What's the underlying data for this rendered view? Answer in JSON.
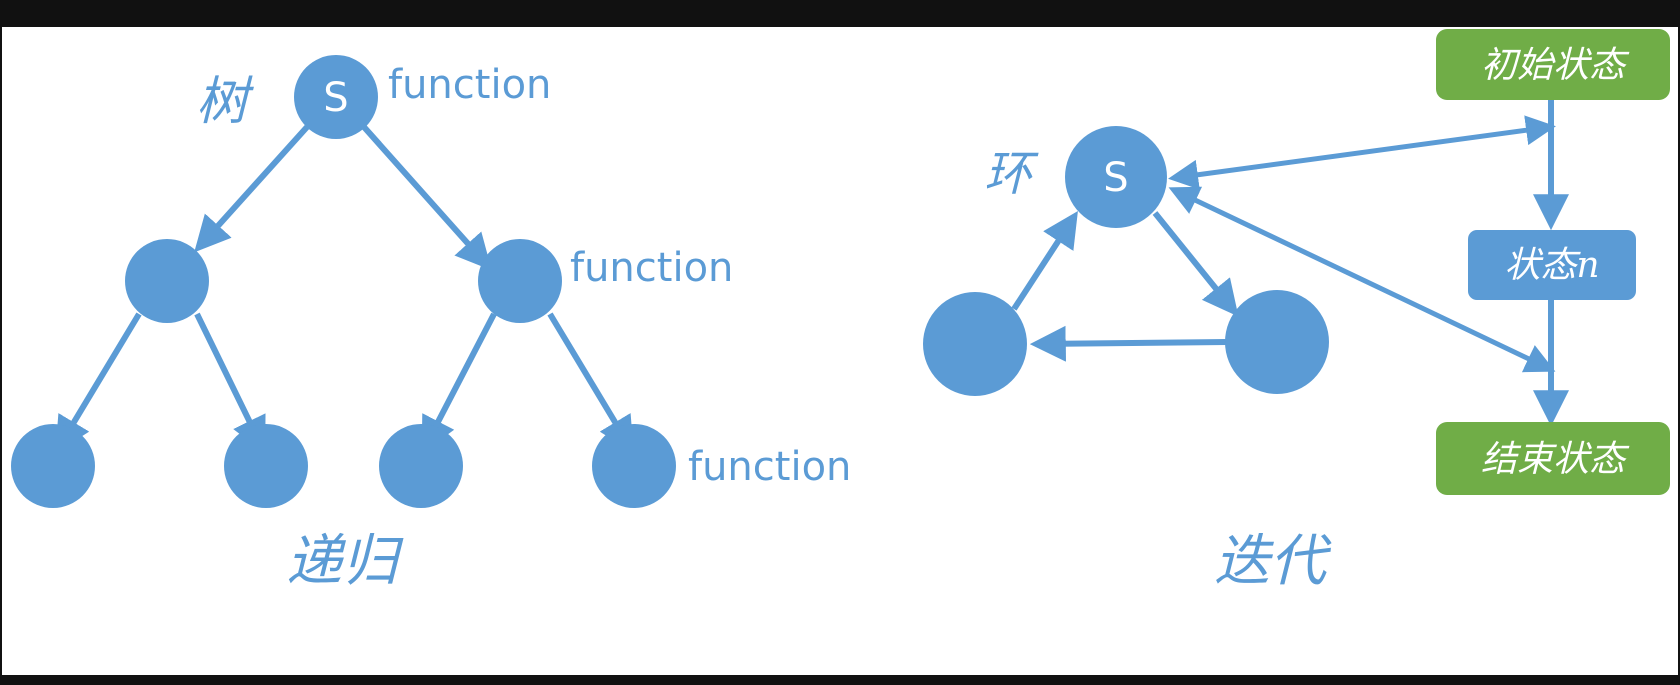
{
  "colors": {
    "node": "#5b9bd5",
    "arrow": "#5b9bd5",
    "text_blue": "#5b9bd5",
    "box_green": "#70ad47",
    "frame": "#111111",
    "white": "#ffffff"
  },
  "recursion": {
    "tree_label": "树",
    "root_label": "S",
    "function_labels": [
      "function",
      "function",
      "function"
    ],
    "caption": "递归"
  },
  "iteration": {
    "ring_label": "环",
    "start_label": "S",
    "box_initial": "初始状态",
    "box_state_n": "状态n",
    "box_end": "结束状态",
    "caption": "迭代"
  }
}
